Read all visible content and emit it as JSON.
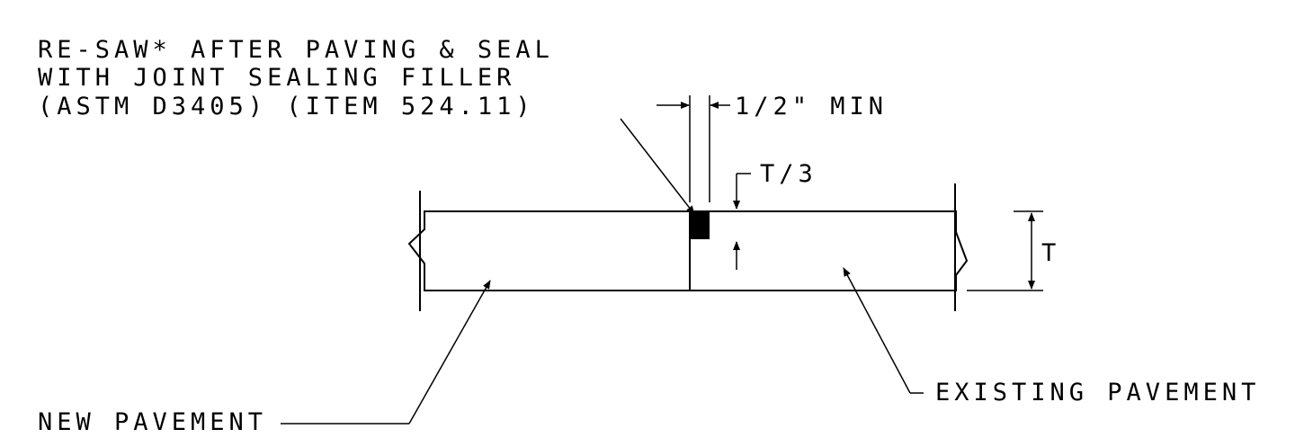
{
  "diagram": {
    "labels": {
      "resaw_line1": "RE-SAW* AFTER PAVING & SEAL",
      "resaw_line2": "WITH JOINT SEALING FILLER",
      "resaw_line3": "(ASTM D3405) (ITEM 524.11)",
      "min_width": "1/2\" MIN",
      "depth_third": "T/3",
      "thickness": "T",
      "existing": "EXISTING PAVEMENT",
      "new_pavement": "NEW PAVEMENT"
    },
    "colors": {
      "line": "#000000",
      "background": "#ffffff"
    }
  }
}
